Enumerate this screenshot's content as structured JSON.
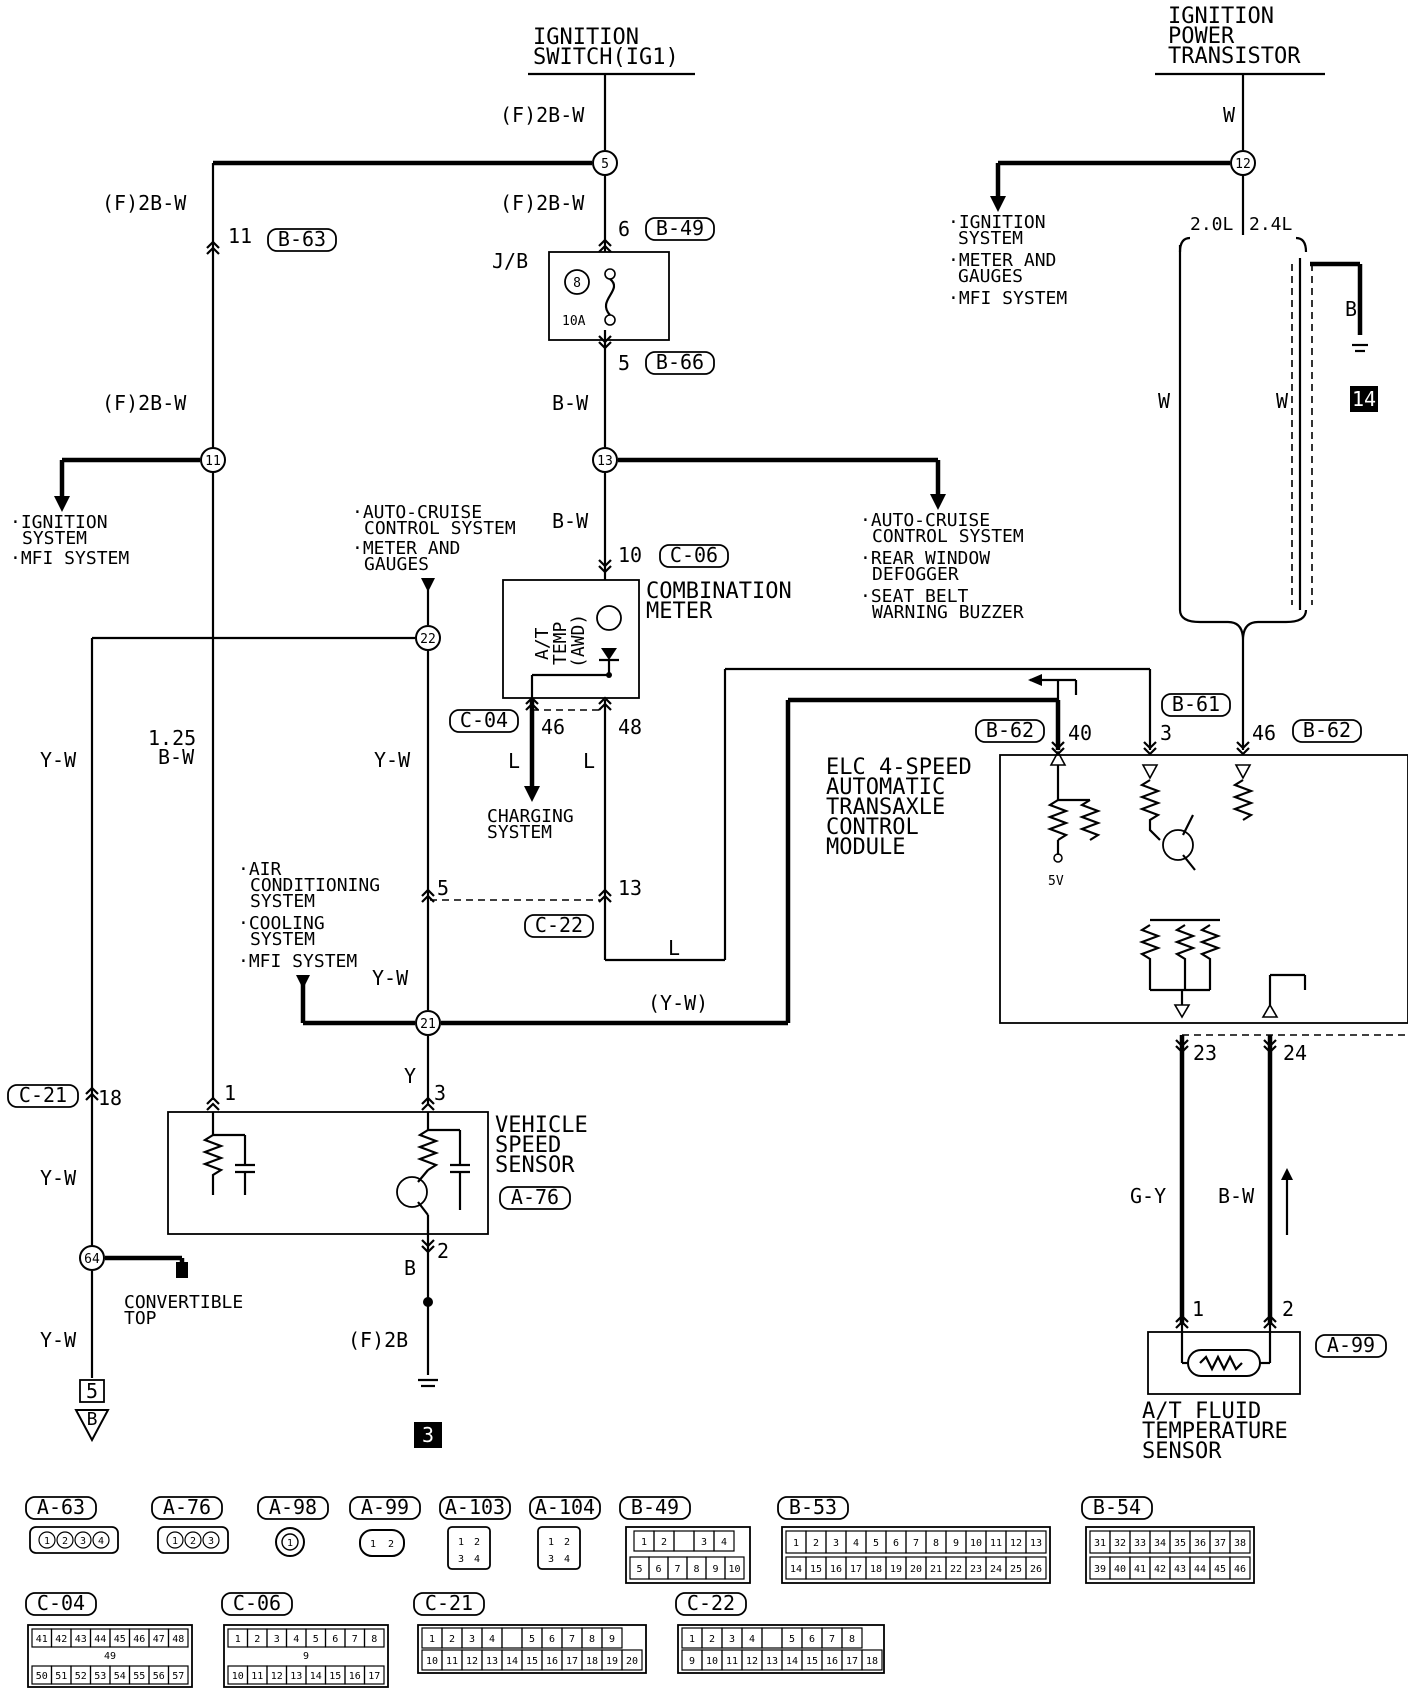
{
  "labels": {
    "ign_switch_1": "IGNITION",
    "ign_switch_2": "SWITCH(IG1)",
    "ign_pt_1": "IGNITION",
    "ign_pt_2": "POWER",
    "ign_pt_3": "TRANSISTOR",
    "f2bw_top": "(F)2B-W",
    "f2bw_left": "(F)2B-W",
    "f2bw_mid": "(F)2B-W",
    "f2bw_left2": "(F)2B-W",
    "w_top": "W",
    "pin11": "11",
    "conn_b63": "B-63",
    "pin6": "6",
    "conn_b49": "B-49",
    "jb": "J/B",
    "fuse_num": "8",
    "fuse_rating": "10A",
    "pin5_b66": "5",
    "conn_b66": "B-66",
    "bw_1": "B-W",
    "bw_2": "B-W",
    "left_sys_1": "·IGNITION",
    "left_sys_1b": "SYSTEM",
    "left_sys_2": "·MFI SYSTEM",
    "ipt_sys_1": "·IGNITION",
    "ipt_sys_1b": "SYSTEM",
    "ipt_sys_2": "·METER AND",
    "ipt_sys_2b": "GAUGES",
    "ipt_sys_3": "·MFI SYSTEM",
    "eng_20": "2.0L",
    "eng_24": "2.4L",
    "w_a": "W",
    "w_b": "W",
    "b_ground": "B",
    "ground_14": "14",
    "ac_mid_1": "·AUTO-CRUISE",
    "ac_mid_1b": "CONTROL SYSTEM",
    "ac_mid_2": "·METER AND",
    "ac_mid_2b": "GAUGES",
    "pin10": "10",
    "conn_c06": "C-06",
    "comb_1": "COMBINATION",
    "comb_2": "METER",
    "at_temp_1": "A/T",
    "at_temp_2": "TEMP",
    "at_temp_3": "(AWD)",
    "right_sys_1": "·AUTO-CRUISE",
    "right_sys_1b": "CONTROL SYSTEM",
    "right_sys_2": "·REAR WINDOW",
    "right_sys_2b": "DEFOGGER",
    "right_sys_3": "·SEAT BELT",
    "right_sys_3b": "WARNING BUZZER",
    "conn_c04": "C-04",
    "pin46": "46",
    "pin48": "48",
    "l_1": "L",
    "l_2": "L",
    "l_3": "L",
    "charging_1": "CHARGING",
    "charging_2": "SYSTEM",
    "yw_1": "Y-W",
    "yw_2": "Y-W",
    "yw_3": "Y-W",
    "yw_4": "Y-W",
    "yw_5": "Y-W",
    "yw_paren": "(Y-W)",
    "b125_1": "1.25",
    "b125_2": "B-W",
    "acs_1": "·AIR",
    "acs_1b": "CONDITIONING",
    "acs_1c": "SYSTEM",
    "acs_2": "·COOLING",
    "acs_2b": "SYSTEM",
    "acs_3": "·MFI SYSTEM",
    "pin5_c22": "5",
    "pin13_c22": "13",
    "conn_c22": "C-22",
    "conn_b62a": "B-62",
    "pin40": "40",
    "conn_b61": "B-61",
    "pin3_b61": "3",
    "pin46_b62": "46",
    "conn_b62b": "B-62",
    "elc_1": "ELC 4-SPEED",
    "elc_2": "AUTOMATIC",
    "elc_3": "TRANSAXLE",
    "elc_4": "CONTROL",
    "elc_5": "MODULE",
    "v5": "5V",
    "conn_c21": "C-21",
    "pin18": "18",
    "pin1_vss": "1",
    "y_vss": "Y",
    "pin3_vss": "3",
    "vss_1": "VEHICLE",
    "vss_2": "SPEED",
    "vss_3": "SENSOR",
    "conn_a76": "A-76",
    "pin2_vss": "2",
    "b_vss": "B",
    "f2b": "(F)2B",
    "ground_3": "3",
    "conv_1": "CONVERTIBLE",
    "conv_2": "TOP",
    "term_5": "5",
    "term_b": "B",
    "pin23": "23",
    "pin24": "24",
    "gy": "G-Y",
    "bw_3": "B-W",
    "pin1_s": "1",
    "pin2_s": "2",
    "conn_a99": "A-99",
    "atf_1": "A/T FLUID",
    "atf_2": "TEMPERATURE",
    "atf_3": "SENSOR"
  },
  "junctions": {
    "j5": "5",
    "j12": "12",
    "j11": "11",
    "j13": "13",
    "j22": "22",
    "j21": "21",
    "j64": "64"
  },
  "connectors": {
    "a63": "A-63",
    "a76": "A-76",
    "a98": "A-98",
    "a99": "A-99",
    "a103": "A-103",
    "a104": "A-104",
    "b49": "B-49",
    "b53": "B-53",
    "b54": "B-54",
    "c04": "C-04",
    "c06": "C-06",
    "c21": "C-21",
    "c22": "C-22",
    "a63_pins": [
      "1",
      "2",
      "3",
      "4"
    ],
    "a76_pins": [
      "1",
      "2",
      "3"
    ],
    "a98_pins": [
      "1"
    ],
    "a99_pins": [
      "1",
      "2"
    ],
    "a103_pins": [
      "1",
      "2",
      "3",
      "4"
    ],
    "a104_pins": [
      "1",
      "2",
      "3",
      "4"
    ],
    "b49_top": [
      "1",
      "2",
      "",
      "3",
      "4"
    ],
    "b49_bot": [
      "5",
      "6",
      "7",
      "8",
      "9",
      "10"
    ],
    "b53_top": [
      "1",
      "2",
      "3",
      "4",
      "5",
      "6",
      "7",
      "8",
      "9",
      "10",
      "11",
      "12",
      "13"
    ],
    "b53_bot": [
      "14",
      "15",
      "16",
      "17",
      "18",
      "19",
      "20",
      "21",
      "22",
      "23",
      "24",
      "25",
      "26"
    ],
    "b54_top": [
      "31",
      "32",
      "33",
      "34",
      "35",
      "36",
      "37",
      "38"
    ],
    "b54_bot": [
      "39",
      "40",
      "41",
      "42",
      "43",
      "44",
      "45",
      "46"
    ],
    "c04_top": [
      "41",
      "42",
      "43",
      "44",
      "45",
      "46",
      "47",
      "48"
    ],
    "c04_mid": "49",
    "c04_bot": [
      "50",
      "51",
      "52",
      "53",
      "54",
      "55",
      "56",
      "57"
    ],
    "c06_top": [
      "1",
      "2",
      "3",
      "4",
      "5",
      "6",
      "7",
      "8"
    ],
    "c06_mid": "9",
    "c06_bot": [
      "10",
      "11",
      "12",
      "13",
      "14",
      "15",
      "16",
      "17"
    ],
    "c21_top": [
      "1",
      "2",
      "3",
      "4",
      "",
      "5",
      "6",
      "7",
      "8",
      "9"
    ],
    "c21_bot": [
      "10",
      "11",
      "12",
      "13",
      "14",
      "15",
      "16",
      "17",
      "18",
      "19",
      "20"
    ],
    "c22_top": [
      "1",
      "2",
      "3",
      "4",
      "",
      "5",
      "6",
      "7",
      "8"
    ],
    "c22_bot": [
      "9",
      "10",
      "11",
      "12",
      "13",
      "14",
      "15",
      "16",
      "17",
      "18"
    ]
  }
}
